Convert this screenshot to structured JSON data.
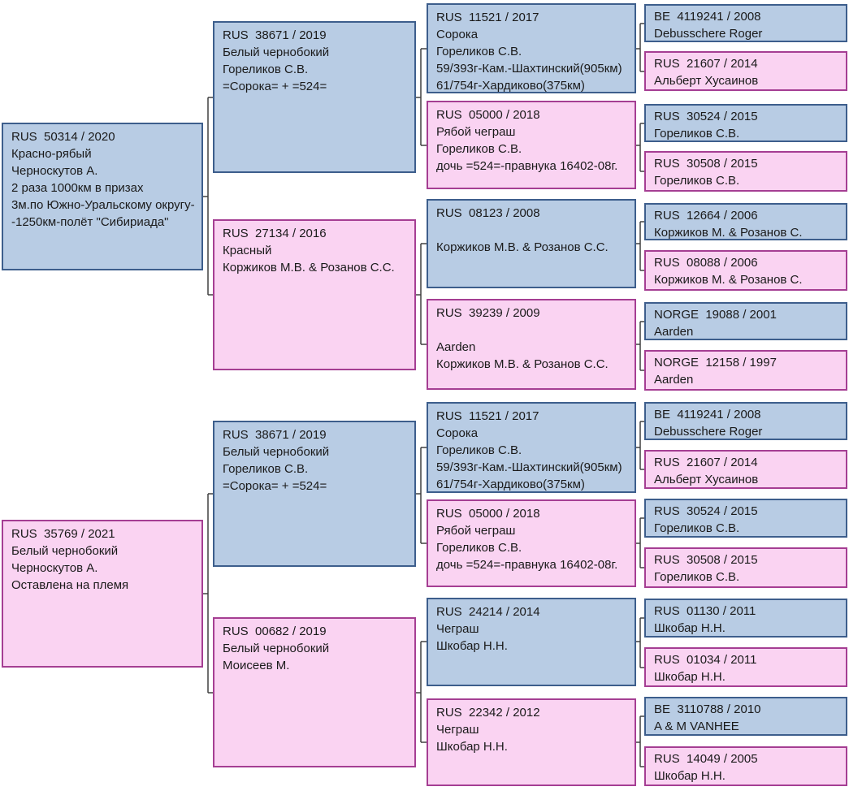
{
  "palette": {
    "male_fill": "#b8cce4",
    "male_border": "#3d5e8c",
    "female_fill": "#fad3f2",
    "female_border": "#a53e93",
    "line_color": "#404040",
    "text_color": "#1a1a1a"
  },
  "pedigree": {
    "generation1": [
      {
        "sex": "male",
        "lines": [
          "RUS  50314 / 2020",
          "Красно-рябый",
          "Черноскутов А.",
          "2 раза 1000км в призах",
          "3м.по Южно-Уральскому округу-",
          "-1250км-полёт \"Сибириада\""
        ]
      },
      {
        "sex": "female",
        "lines": [
          "RUS  35769 / 2021",
          "Белый чернобокий",
          "Черноскутов А.",
          "Оставлена на племя"
        ]
      }
    ],
    "generation2": [
      {
        "sex": "male",
        "lines": [
          "RUS  38671 / 2019",
          "Белый чернобокий",
          "Гореликов С.В.",
          "=Сорока= + =524="
        ]
      },
      {
        "sex": "female",
        "lines": [
          "RUS  27134 / 2016",
          "Красный",
          "Коржиков М.В. & Розанов С.С."
        ]
      },
      {
        "sex": "male",
        "lines": [
          "RUS  38671 / 2019",
          "Белый чернобокий",
          "Гореликов С.В.",
          "=Сорока= + =524="
        ]
      },
      {
        "sex": "female",
        "lines": [
          "RUS  00682 / 2019",
          "Белый чернобокий",
          "Моисеев М."
        ]
      }
    ],
    "generation3": [
      {
        "sex": "male",
        "lines": [
          "RUS  11521 / 2017",
          "Сорока",
          "Гореликов С.В.",
          "59/393г-Кам.-Шахтинский(905км)",
          "61/754г-Хардиково(375км)"
        ]
      },
      {
        "sex": "female",
        "lines": [
          "RUS  05000 / 2018",
          "Рябой чеграш",
          "Гореликов С.В.",
          "дочь =524=-правнука 16402-08г."
        ]
      },
      {
        "sex": "male",
        "lines": [
          "RUS  08123 / 2008",
          "",
          "Коржиков М.В. & Розанов С.С."
        ]
      },
      {
        "sex": "female",
        "lines": [
          "RUS  39239 / 2009",
          "",
          "Aarden",
          "Коржиков М.В. & Розанов С.С."
        ]
      },
      {
        "sex": "male",
        "lines": [
          "RUS  11521 / 2017",
          "Сорока",
          "Гореликов С.В.",
          "59/393г-Кам.-Шахтинский(905км)",
          "61/754г-Хардиково(375км)"
        ]
      },
      {
        "sex": "female",
        "lines": [
          "RUS  05000 / 2018",
          "Рябой чеграш",
          "Гореликов С.В.",
          "дочь =524=-правнука 16402-08г."
        ]
      },
      {
        "sex": "male",
        "lines": [
          "RUS  24214 / 2014",
          "Чеграш",
          "Шкобар Н.Н."
        ]
      },
      {
        "sex": "female",
        "lines": [
          "RUS  22342 / 2012",
          "Чеграш",
          "Шкобар Н.Н."
        ]
      }
    ],
    "generation4": [
      {
        "sex": "male",
        "lines": [
          "BE  4119241 / 2008",
          "Debusschere Roger"
        ]
      },
      {
        "sex": "female",
        "lines": [
          "RUS  21607 / 2014",
          "Альберт Хусаинов"
        ]
      },
      {
        "sex": "male",
        "lines": [
          "RUS  30524 / 2015",
          "Гореликов С.В."
        ]
      },
      {
        "sex": "female",
        "lines": [
          "RUS  30508 / 2015",
          "Гореликов С.В."
        ]
      },
      {
        "sex": "male",
        "lines": [
          "RUS  12664 / 2006",
          "Коржиков М. & Розанов С."
        ]
      },
      {
        "sex": "female",
        "lines": [
          "RUS  08088 / 2006",
          "Коржиков М. & Розанов С."
        ]
      },
      {
        "sex": "male",
        "lines": [
          "NORGE  19088 / 2001",
          "Aarden"
        ]
      },
      {
        "sex": "female",
        "lines": [
          "NORGE  12158 / 1997",
          "Aarden"
        ]
      },
      {
        "sex": "male",
        "lines": [
          "BE  4119241 / 2008",
          "Debusschere Roger"
        ]
      },
      {
        "sex": "female",
        "lines": [
          "RUS  21607 / 2014",
          "Альберт Хусаинов"
        ]
      },
      {
        "sex": "male",
        "lines": [
          "RUS  30524 / 2015",
          "Гореликов С.В."
        ]
      },
      {
        "sex": "female",
        "lines": [
          "RUS  30508 / 2015",
          "Гореликов С.В."
        ]
      },
      {
        "sex": "male",
        "lines": [
          "RUS  01130 / 2011",
          "Шкобар Н.Н."
        ]
      },
      {
        "sex": "female",
        "lines": [
          "RUS  01034 / 2011",
          "Шкобар Н.Н."
        ]
      },
      {
        "sex": "male",
        "lines": [
          "BE  3110788 / 2010",
          "A & M VANHEE"
        ]
      },
      {
        "sex": "female",
        "lines": [
          "RUS  14049 / 2005",
          "Шкобар Н.Н."
        ]
      }
    ]
  }
}
